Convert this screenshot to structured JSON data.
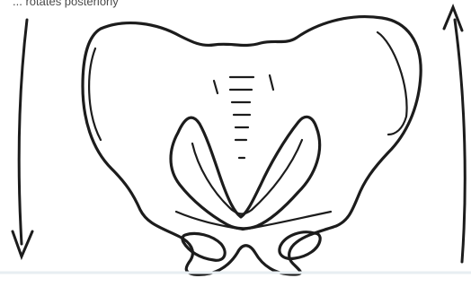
{
  "caption_fragment": "... rotates posteriorly",
  "illustration": {
    "subject": "pelvis",
    "arrows": [
      {
        "side": "left",
        "direction": "down"
      },
      {
        "side": "right",
        "direction": "up"
      }
    ],
    "stroke_color": "#1c1c1c",
    "background_color": "#ffffff"
  }
}
